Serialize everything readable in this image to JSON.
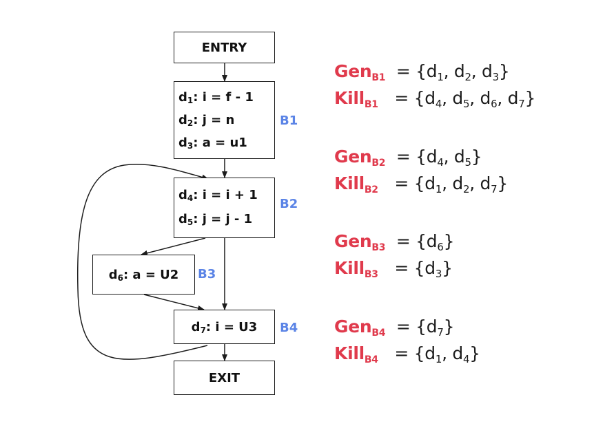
{
  "nodes": {
    "entry": {
      "label": "ENTRY"
    },
    "exit": {
      "label": "EXIT"
    },
    "b1": {
      "label": "B1",
      "lines": [
        {
          "d": "d",
          "sub": "1",
          "stmt": ": i = f - 1"
        },
        {
          "d": "d",
          "sub": "2",
          "stmt": ": j = n"
        },
        {
          "d": "d",
          "sub": "3",
          "stmt": ": a = u1"
        }
      ]
    },
    "b2": {
      "label": "B2",
      "lines": [
        {
          "d": "d",
          "sub": "4",
          "stmt": ": i = i + 1"
        },
        {
          "d": "d",
          "sub": "5",
          "stmt": ": j = j - 1"
        }
      ]
    },
    "b3": {
      "label": "B3",
      "lines": [
        {
          "d": "d",
          "sub": "6",
          "stmt": ": a = U2"
        }
      ]
    },
    "b4": {
      "label": "B4",
      "lines": [
        {
          "d": "d",
          "sub": "7",
          "stmt": ": i = U3"
        }
      ]
    }
  },
  "equations": [
    {
      "name": "Gen",
      "block": "B1",
      "eq": " = ",
      "open": "{",
      "items": [
        [
          "d",
          "1"
        ],
        [
          "d",
          "2"
        ],
        [
          "d",
          "3"
        ]
      ],
      "close": "}"
    },
    {
      "name": "Kill",
      "block": "B1",
      "eq": " = ",
      "open": "{",
      "items": [
        [
          "d",
          "4"
        ],
        [
          "d",
          "5"
        ],
        [
          "d",
          "6"
        ],
        [
          "d",
          "7"
        ]
      ],
      "close": "}"
    },
    {
      "name": "Gen",
      "block": "B2",
      "eq": " = ",
      "open": "{",
      "items": [
        [
          "d",
          "4"
        ],
        [
          "d",
          "5"
        ]
      ],
      "close": "}"
    },
    {
      "name": "Kill",
      "block": "B2",
      "eq": " = ",
      "open": "{",
      "items": [
        [
          "d",
          "1"
        ],
        [
          "d",
          "2"
        ],
        [
          "d",
          "7"
        ]
      ],
      "close": "}"
    },
    {
      "name": "Gen",
      "block": "B3",
      "eq": " = ",
      "open": "{",
      "items": [
        [
          "d",
          "6"
        ]
      ],
      "close": "}"
    },
    {
      "name": "Kill",
      "block": "B3",
      "eq": " = ",
      "open": "{",
      "items": [
        [
          "d",
          "3"
        ]
      ],
      "close": "}"
    },
    {
      "name": "Gen",
      "block": "B4",
      "eq": " = ",
      "open": "{",
      "items": [
        [
          "d",
          "7"
        ]
      ],
      "close": "}"
    },
    {
      "name": "Kill",
      "block": "B4",
      "eq": " = ",
      "open": "{",
      "items": [
        [
          "d",
          "1"
        ],
        [
          "d",
          "4"
        ]
      ],
      "close": "}"
    }
  ],
  "separator": ", ",
  "colors": {
    "gen_kill_name": "#e03a4c",
    "block_label": "#5b84e6",
    "stroke": "#1c1c1c"
  }
}
